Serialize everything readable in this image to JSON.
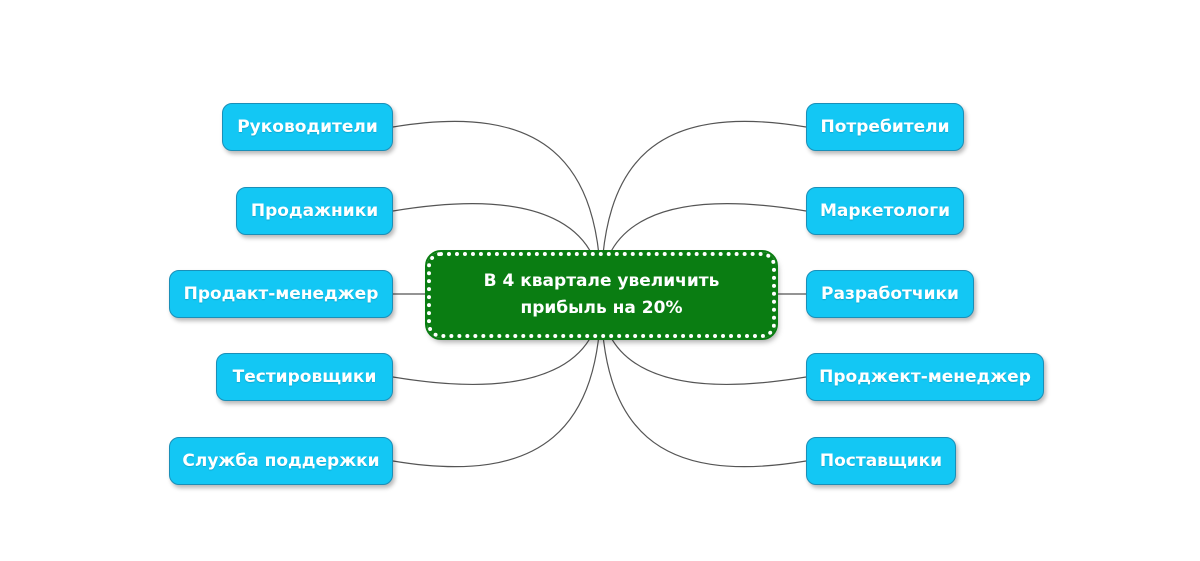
{
  "central_topic": {
    "line1": "В 4 квартале увеличить",
    "line2": "прибыль на 20%"
  },
  "left_branches": [
    {
      "label": "Руководители"
    },
    {
      "label": "Продажники"
    },
    {
      "label": "Продакт-менеджер"
    },
    {
      "label": "Тестировщики"
    },
    {
      "label": "Служба поддержки"
    }
  ],
  "right_branches": [
    {
      "label": "Потребители"
    },
    {
      "label": "Маркетологи"
    },
    {
      "label": "Разработчики"
    },
    {
      "label": "Проджект-менеджер"
    },
    {
      "label": "Поставщики"
    }
  ],
  "colors": {
    "branch_fill": "#13c7f4",
    "central_fill": "#0a7d12",
    "connector": "#555555"
  }
}
